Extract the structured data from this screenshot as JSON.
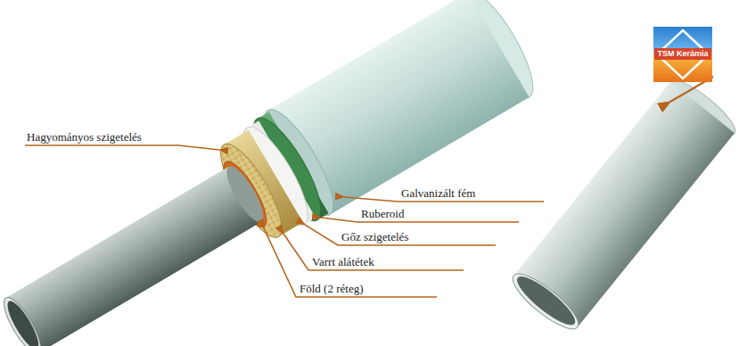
{
  "diagram": {
    "labels": [
      "Hagyományos szigetelés",
      "Galvanizált fém",
      "Ruberoid",
      "Gőz szigetelés",
      "Varrt alátétek",
      "Föld (2 réteg)",
      "TSM Kerámia"
    ]
  }
}
